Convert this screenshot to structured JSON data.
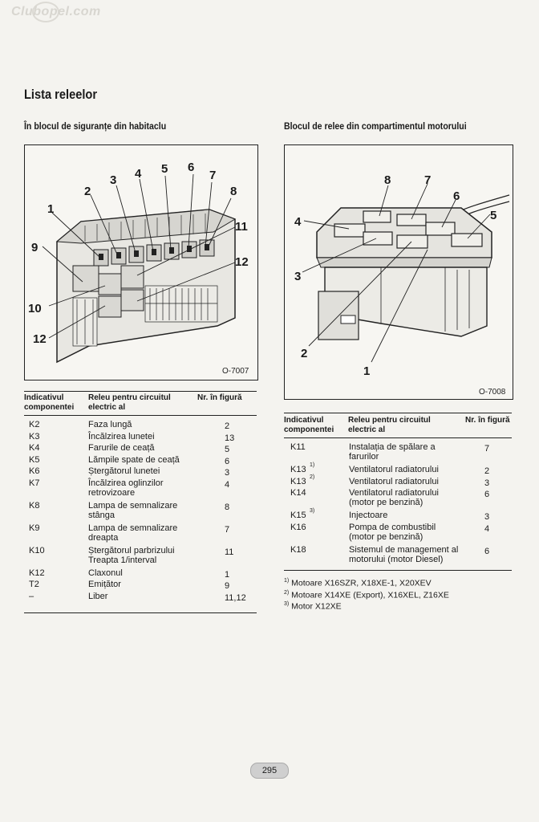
{
  "watermark": "Clubopel.com",
  "heading": "Lista releelor",
  "left": {
    "subtitle": "În blocul de siguranțe din habitaclu",
    "figure_code": "O-7007",
    "figure_labels": [
      "1",
      "2",
      "3",
      "4",
      "5",
      "6",
      "7",
      "8",
      "9",
      "10",
      "11",
      "12",
      "12"
    ],
    "headers": {
      "col1": "Indicativul componentei",
      "col2": "Releu pentru circuitul electric al",
      "col3": "Nr. în figură"
    },
    "rows": [
      {
        "id": "K2",
        "desc": "Faza lungă",
        "num": "2"
      },
      {
        "id": "K3",
        "desc": "Încălzirea lunetei",
        "num": "13"
      },
      {
        "id": "K4",
        "desc": "Farurile de ceață",
        "num": "5"
      },
      {
        "id": "K5",
        "desc": "Lămpile spate de ceață",
        "num": "6"
      },
      {
        "id": "K6",
        "desc": "Ștergătorul lunetei",
        "num": "3"
      },
      {
        "id": "K7",
        "desc": "Încălzirea oglinzilor",
        "desc2": "retrovizoare",
        "num": "4"
      },
      {
        "id": "K8",
        "desc": "Lampa de semnalizare",
        "desc2": "stânga",
        "num": "8"
      },
      {
        "id": "K9",
        "desc": "Lampa de semnalizare",
        "desc2": "dreapta",
        "num": "7"
      },
      {
        "id": "K10",
        "desc": "Ștergătorul parbrizului",
        "desc2": "Treapta 1/interval",
        "num": "11"
      },
      {
        "id": "K12",
        "desc": "Claxonul",
        "num": "1"
      },
      {
        "id": "T2",
        "desc": "Emițător",
        "num": "9"
      },
      {
        "id": "–",
        "desc": "Liber",
        "num": "11,12"
      }
    ]
  },
  "right": {
    "subtitle": "Blocul de relee din compartimentul motorului",
    "figure_code": "O-7008",
    "figure_labels": [
      "8",
      "7",
      "6",
      "5",
      "4",
      "3",
      "2",
      "1"
    ],
    "headers": {
      "col1": "Indicativul componentei",
      "col2": "Releu pentru circuitul electric al",
      "col3": "Nr. în figură"
    },
    "rows": [
      {
        "id": "K11",
        "sup": "",
        "desc": "Instalația de spălare a",
        "desc2": "farurilor",
        "num": "7"
      },
      {
        "id": "K13",
        "sup": "1)",
        "desc": "Ventilatorul radiatorului",
        "num": "2"
      },
      {
        "id": "K13",
        "sup": "2)",
        "desc": "Ventilatorul radiatorului",
        "num": "3"
      },
      {
        "id": "K14",
        "sup": "",
        "desc": "Ventilatorul radiatorului",
        "desc2": "(motor pe benzină)",
        "num": "6"
      },
      {
        "id": "K15",
        "sup": "3)",
        "desc": "Injectoare",
        "num": "3"
      },
      {
        "id": "K16",
        "sup": "",
        "desc": "Pompa de combustibil",
        "desc2": "(motor pe benzină)",
        "num": "4"
      },
      {
        "id": "K18",
        "sup": "",
        "desc": "Sistemul de management al",
        "desc2": "motorului (motor Diesel)",
        "num": "6"
      }
    ],
    "footnotes": [
      {
        "mark": "1)",
        "text": "Motoare X16SZR, X18XE-1, X20XEV"
      },
      {
        "mark": "2)",
        "text": "Motoare X14XE (Export), X16XEL, Z16XE"
      },
      {
        "mark": "3)",
        "text": "Motor X12XE"
      }
    ]
  },
  "page_number": "295"
}
